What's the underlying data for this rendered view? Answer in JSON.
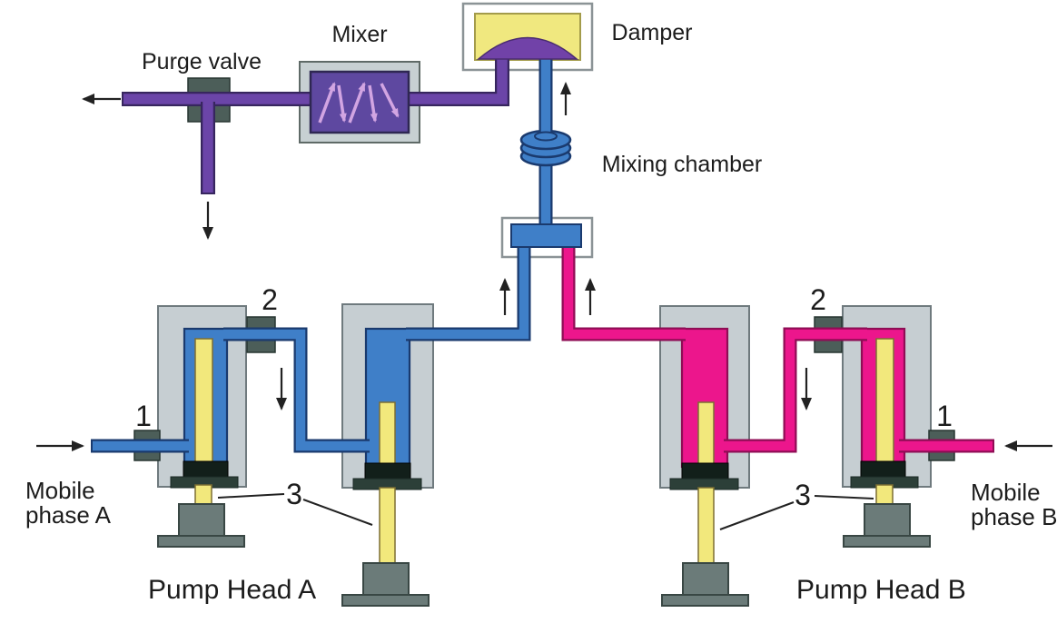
{
  "labels": {
    "purge_valve": "Purge valve",
    "mixer": "Mixer",
    "damper": "Damper",
    "mixing_chamber": "Mixing chamber",
    "pump_head_a": "Pump Head A",
    "pump_head_b": "Pump Head B",
    "mobile_phase_a": {
      "line1": "Mobile",
      "line2": "phase A"
    },
    "mobile_phase_b": {
      "line1": "Mobile",
      "line2": "phase B"
    },
    "callout_numbers": {
      "inlet_check_valve": "1",
      "outlet_check_valve": "2",
      "piston_drive": "3"
    }
  },
  "colors": {
    "mobile_phase_a_blue": "#3f7fc8",
    "mobile_phase_b_pink": "#ec168c",
    "mixed_phase_purple": "#6b45a8",
    "piston_yellow": "#f2e87c",
    "pump_body_gray": "#c6ced2",
    "check_valve_green_gray": "#4c5e59",
    "motor_gray": "#6b7b79",
    "seal_dark": "#121f1a",
    "damper_reservoir_yellow": "#f0e87f",
    "mixer_inner_purple": "#5e48a0",
    "zigzag_arrow_violet": "#d2a5e2"
  }
}
